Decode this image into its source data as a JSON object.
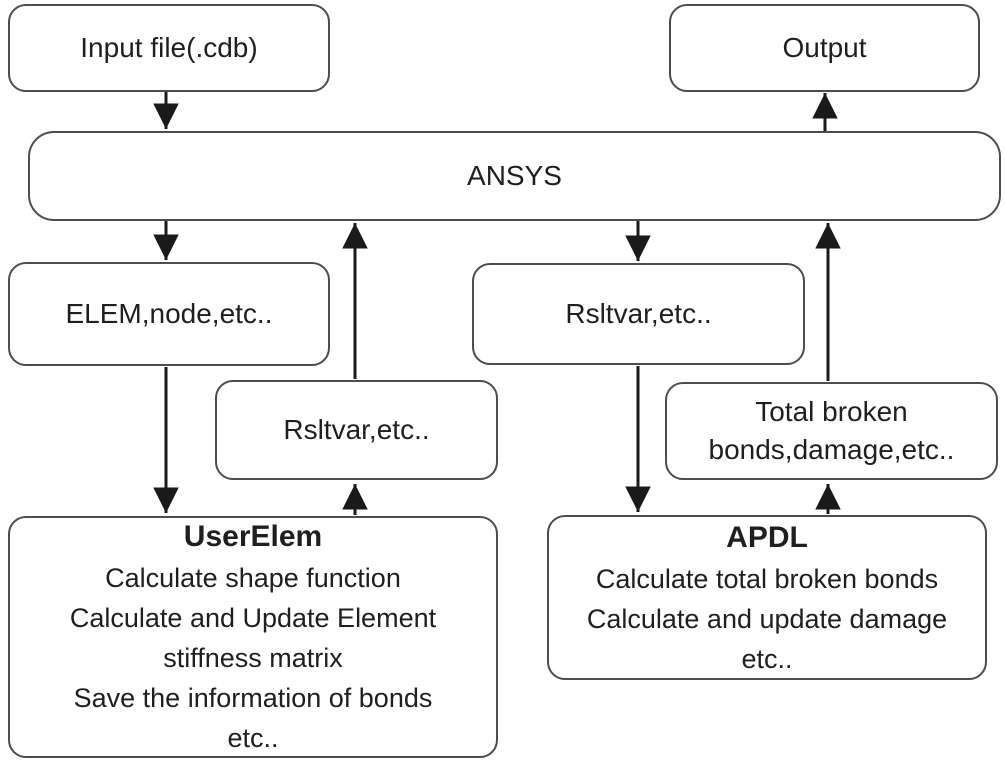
{
  "diagram": {
    "title": "ANSYS user element workflow flowchart",
    "colors": {
      "background": "#ffffff",
      "border": "#4d4d4d",
      "arrow": "#1a1a1a",
      "text": "#1f1f1f"
    },
    "nodes": {
      "input": {
        "label": "Input file(.cdb)"
      },
      "output": {
        "label": "Output"
      },
      "ansys": {
        "label": "ANSYS"
      },
      "elem": {
        "label": "ELEM,node,etc.."
      },
      "rsltvar_left": {
        "label": "Rsltvar,etc.."
      },
      "rsltvar_right": {
        "label": "Rsltvar,etc.."
      },
      "total_broken": {
        "line1": "Total broken",
        "line2": "bonds,damage,etc.."
      },
      "userelem": {
        "title": "UserElem",
        "lines": [
          "Calculate shape function",
          "Calculate and Update Element",
          "stiffness matrix",
          "Save the information of bonds",
          "etc.."
        ]
      },
      "apdl": {
        "title": "APDL",
        "lines": [
          "Calculate total broken bonds",
          "Calculate and update damage",
          "etc.."
        ]
      }
    },
    "edges": [
      {
        "from": "input",
        "to": "ansys"
      },
      {
        "from": "ansys",
        "to": "output"
      },
      {
        "from": "ansys",
        "to": "elem"
      },
      {
        "from": "rsltvar_left",
        "to": "ansys"
      },
      {
        "from": "ansys",
        "to": "rsltvar_right"
      },
      {
        "from": "total_broken",
        "to": "ansys"
      },
      {
        "from": "elem",
        "to": "userelem"
      },
      {
        "from": "userelem",
        "to": "rsltvar_left"
      },
      {
        "from": "rsltvar_right",
        "to": "apdl"
      },
      {
        "from": "apdl",
        "to": "total_broken"
      }
    ]
  }
}
